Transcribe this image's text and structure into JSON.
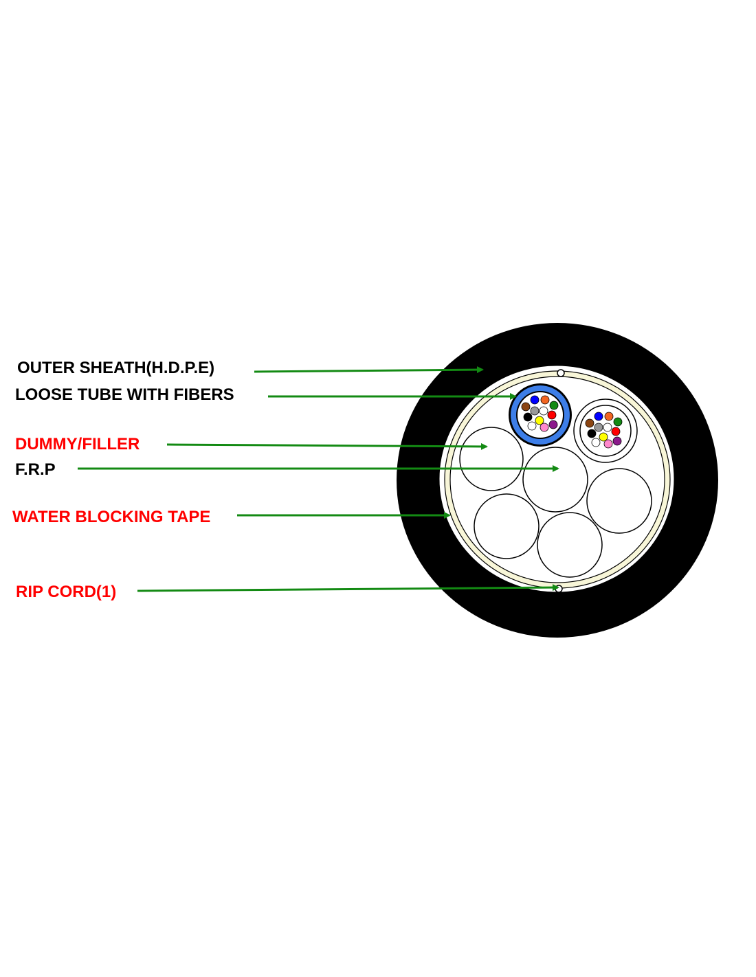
{
  "labels": {
    "outer_sheath": "OUTER SHEATH(H.D.P.E)",
    "loose_tube": "LOOSE TUBE WITH FIBERS",
    "dummy_filler": "DUMMY/FILLER",
    "frp": "F.R.P",
    "water_blocking_tape": "WATER BLOCKING TAPE",
    "rip_cord": "RIP CORD(1)"
  },
  "colors": {
    "label_black": "#000000",
    "label_red": "#ff0000",
    "arrow": "#138a13",
    "sheath": "#000000",
    "tape": "#f8f6d8",
    "tube_blue": "#3d7ee8",
    "fiber_colors": [
      "#0000ff",
      "#f26522",
      "#138a13",
      "#8b4513",
      "#999999",
      "#ffffff",
      "#ff0000",
      "#000000",
      "#ffff00",
      "#ffffff",
      "#ff88cc",
      "#8b1a8b"
    ]
  }
}
